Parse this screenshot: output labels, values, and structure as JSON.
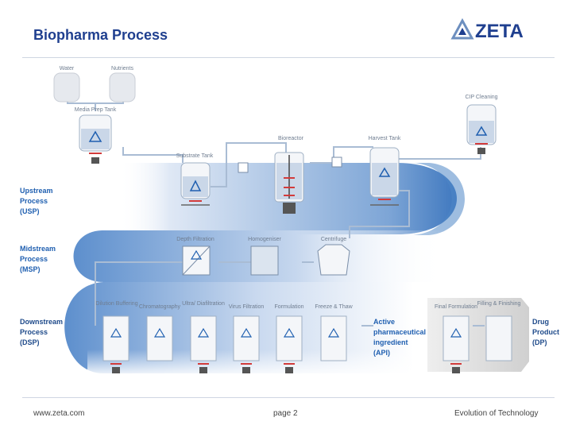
{
  "header": {
    "title": "Biopharma Process",
    "logo_text": "ZETA"
  },
  "footer": {
    "url": "www.zeta.com",
    "page": "page 2",
    "tagline": "Evolution of Technology"
  },
  "diagram": {
    "sources": [
      "Water",
      "Nutrients"
    ],
    "usp_equipment": [
      "Media Prep Tank",
      "Substrate Tank",
      "Bioreactor",
      "Harvest Tank",
      "CIP Cleaning"
    ],
    "msp_equipment": [
      "Depth Filtration",
      "Homogeniser",
      "Centrifuge"
    ],
    "dsp_equipment": [
      "Dilution Buffering",
      "Chromatography",
      "Ultra/ Diafiltration",
      "Virus Filtration",
      "Formulation",
      "Freeze & Thaw"
    ],
    "final_equipment": [
      "Final Formulation",
      "Filling & Finishing"
    ],
    "stages": {
      "usp": [
        "Upstream",
        "Process",
        "(USP)"
      ],
      "msp": [
        "Midstream",
        "Process",
        "(MSP)"
      ],
      "dsp": [
        "Downstream",
        "Process",
        "(DSP)"
      ],
      "api": [
        "Active",
        "pharmaceutical",
        "ingredient",
        "(API)"
      ],
      "dp": [
        "Drug",
        "Product",
        "(DP)"
      ]
    }
  },
  "colors": {
    "title": "#1f3f8f",
    "stage_text": "#1f5fb0",
    "band": "#4f86c6",
    "pipe": "#a9bcd4",
    "agitator": "#d23b3b"
  }
}
